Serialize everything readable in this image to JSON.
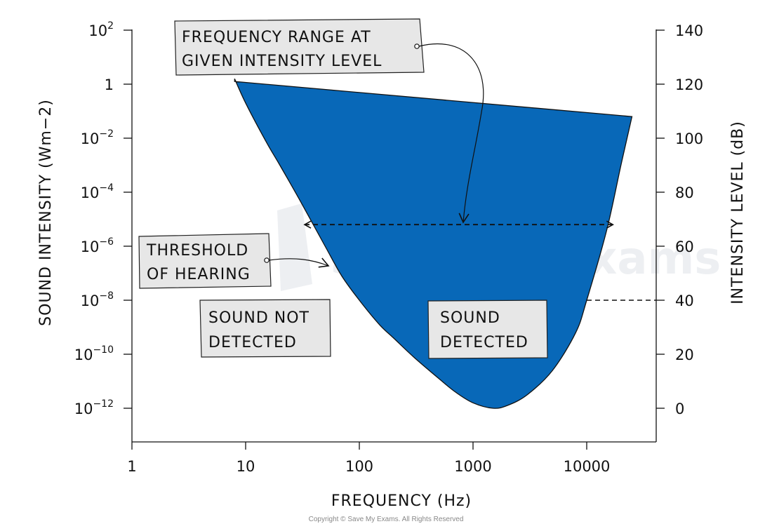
{
  "chart_data": {
    "type": "area",
    "xlabel": "FREQUENCY (Hz)",
    "ylabel_left": "SOUND INTENSITY (Wm−2)",
    "ylabel_right": "INTENSITY LEVEL (dB)",
    "x_scale": "log",
    "x_ticks": [
      {
        "value": 1,
        "label": "1"
      },
      {
        "value": 10,
        "label": "10"
      },
      {
        "value": 100,
        "label": "100"
      },
      {
        "value": 1000,
        "label": "1000"
      },
      {
        "value": 10000,
        "label": "10000"
      }
    ],
    "xlim": [
      1,
      45000
    ],
    "y_left_ticks": [
      {
        "value_db": 140,
        "base": "10",
        "exp": "2"
      },
      {
        "value_db": 120,
        "base": "1",
        "exp": ""
      },
      {
        "value_db": 100,
        "base": "10",
        "exp": "−2"
      },
      {
        "value_db": 80,
        "base": "10",
        "exp": "−4"
      },
      {
        "value_db": 60,
        "base": "10",
        "exp": "−6"
      },
      {
        "value_db": 40,
        "base": "10",
        "exp": "−8"
      },
      {
        "value_db": 20,
        "base": "10",
        "exp": "−10"
      },
      {
        "value_db": 0,
        "base": "10",
        "exp": "−12"
      }
    ],
    "y_right_ticks": [
      {
        "value": 140,
        "label": "140"
      },
      {
        "value": 120,
        "label": "120"
      },
      {
        "value": 100,
        "label": "100"
      },
      {
        "value": 80,
        "label": "80"
      },
      {
        "value": 60,
        "label": "60"
      },
      {
        "value": 40,
        "label": "40"
      },
      {
        "value": 20,
        "label": "20"
      },
      {
        "value": 0,
        "label": "0"
      }
    ],
    "ylim_db": [
      -14,
      140
    ],
    "threshold_of_hearing": {
      "x": [
        8,
        10,
        15,
        20,
        30,
        50,
        70,
        100,
        150,
        200,
        300,
        500,
        700,
        1000,
        1500,
        2000,
        3000,
        5000,
        8000,
        10000,
        15000,
        20000,
        25000
      ],
      "db": [
        122,
        113,
        99,
        90,
        77,
        60,
        49,
        40,
        31,
        26,
        19,
        11,
        6,
        2,
        0,
        1,
        5,
        14,
        28,
        40,
        66,
        90,
        108
      ]
    },
    "threshold_of_pain": {
      "x": [
        8,
        25000
      ],
      "db": [
        121,
        108
      ]
    },
    "fill_color": "#0868b8",
    "frequency_range": {
      "db": 68,
      "x_from": 33,
      "x_to": 17000
    },
    "intensity_40db_marker": {
      "db": 40,
      "x_from": 10000
    },
    "annotations": {
      "freq_range_line1": "FREQUENCY RANGE AT",
      "freq_range_line2": "GIVEN INTENSITY LEVEL",
      "threshold_line1": "THRESHOLD",
      "threshold_line2": "OF HEARING",
      "not_detected_line1": "SOUND NOT",
      "not_detected_line2": "DETECTED",
      "detected_line1": "SOUND",
      "detected_line2": "DETECTED"
    }
  },
  "watermark": "Save My Exams",
  "copyright": "Copyright © Save My Exams. All Rights Reserved"
}
